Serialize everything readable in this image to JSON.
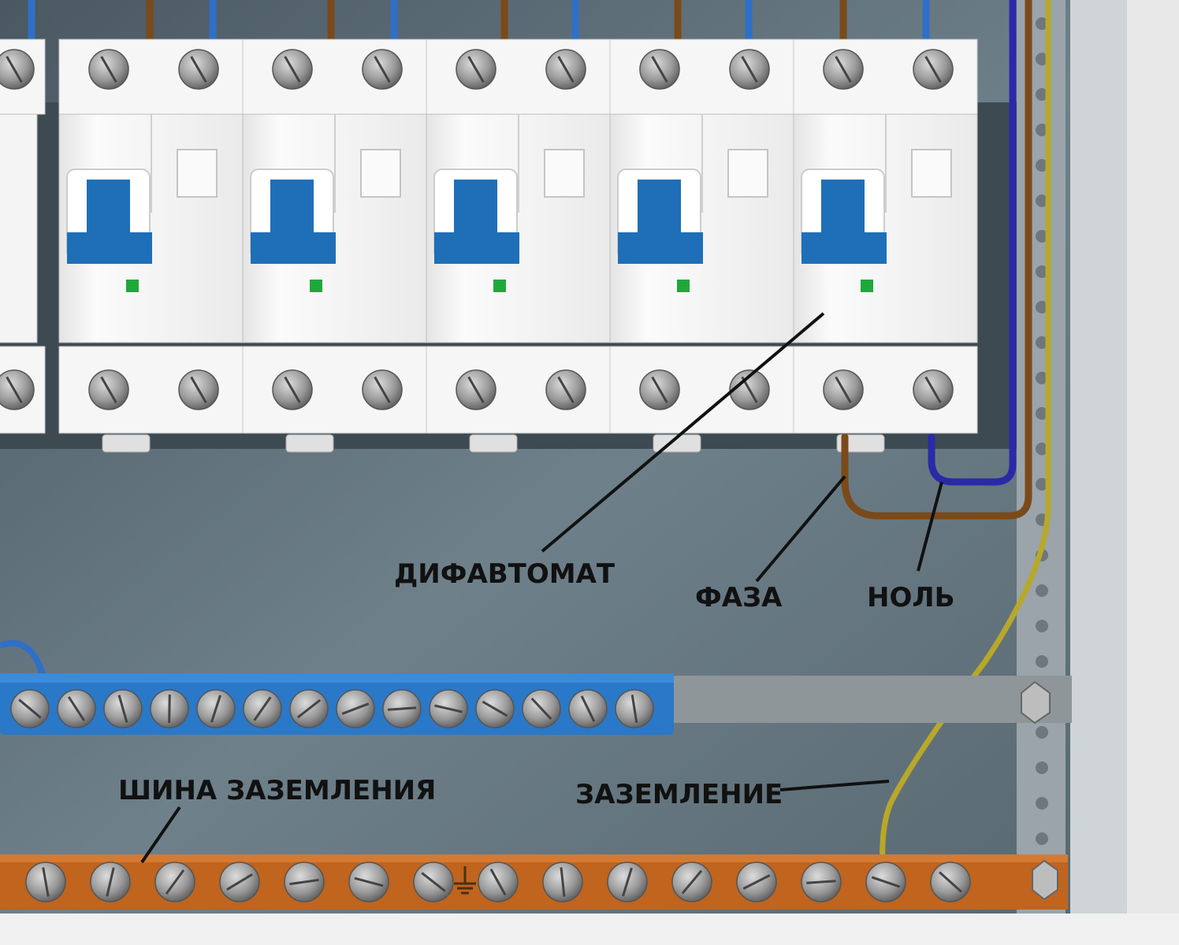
{
  "labels": {
    "rcbo": "ДИФАВТОМАТ",
    "phase": "ФАЗА",
    "neutral": "НОЛЬ",
    "ground_bus": "ШИНА ЗАЗЕМЛЕНИЯ",
    "ground": "ЗАЗЕМЛЕНИЕ"
  },
  "breaker_count": 5,
  "neutral_bus_terminals": 14,
  "ground_bus_terminals": 15,
  "colors": {
    "enclosure": "#5a6a74",
    "breaker_body": "#f2f2f2",
    "toggle": "#1e6fb8",
    "indicator": "#1fa83a",
    "phase_wire": "#7a4a1a",
    "neutral_wire": "#2a2aa8",
    "ground_wire": "#b8a82a",
    "neutral_bus": "#2a78c8",
    "ground_bus": "#c0641e"
  }
}
